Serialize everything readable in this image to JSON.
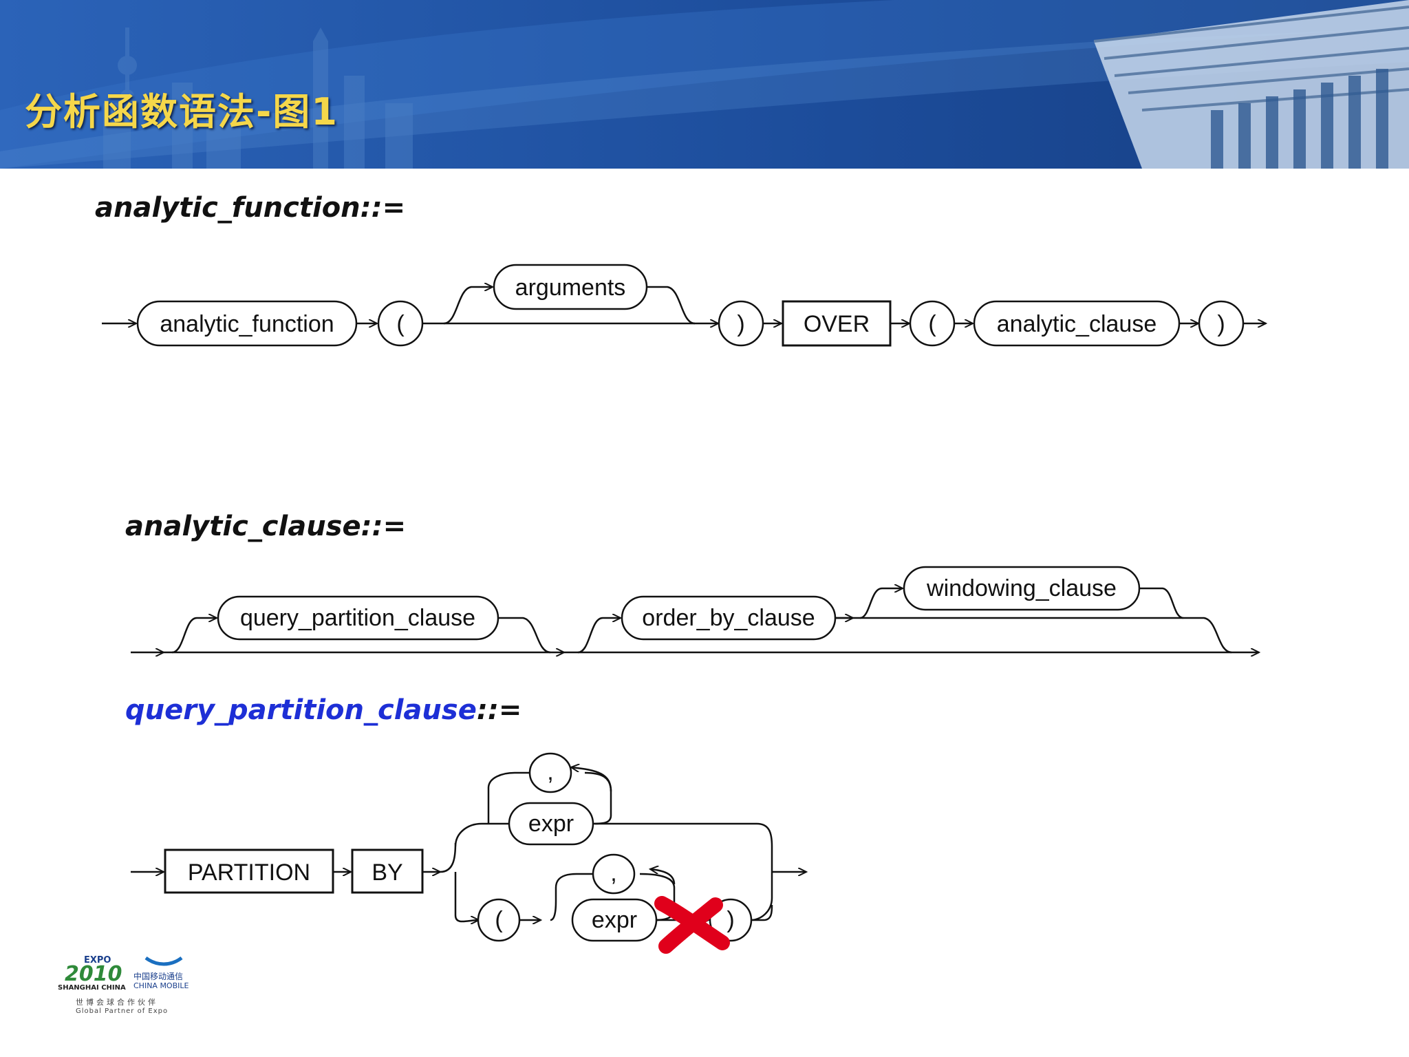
{
  "slide": {
    "title": "分析函数语法-图1"
  },
  "rules": {
    "analytic_function": {
      "title": "analytic_function::=",
      "items": {
        "analytic_function": "analytic_function",
        "open_paren": "(",
        "arguments": "arguments",
        "close_paren": ")",
        "over": "OVER",
        "open_paren2": "(",
        "analytic_clause": "analytic_clause",
        "close_paren2": ")"
      }
    },
    "analytic_clause": {
      "title": "analytic_clause::=",
      "items": {
        "query_partition_clause": "query_partition_clause",
        "order_by_clause": "order_by_clause",
        "windowing_clause": "windowing_clause"
      }
    },
    "query_partition_clause": {
      "title_main": "query_partition_clause",
      "title_suffix": "::=",
      "items": {
        "partition": "PARTITION",
        "by": "BY",
        "comma_top": ",",
        "expr_top": "expr",
        "open_paren": "(",
        "comma_bottom": ",",
        "expr_bottom": "expr",
        "close_paren": ")"
      }
    }
  },
  "annotation": {
    "mark_color": "#e0001b"
  },
  "logo": {
    "expo": "EXPO",
    "year": "2010",
    "city": "SHANGHAI CHINA",
    "partner_cn": "中国移动通信",
    "partner_en": "CHINA MOBILE",
    "tagline_cn": "世博会球合作伙伴",
    "tagline_en": "Global Partner of Expo"
  },
  "colors": {
    "banner": "#1f4f9b",
    "title": "#f5d74a",
    "blue_title": "#1d2fd6"
  }
}
